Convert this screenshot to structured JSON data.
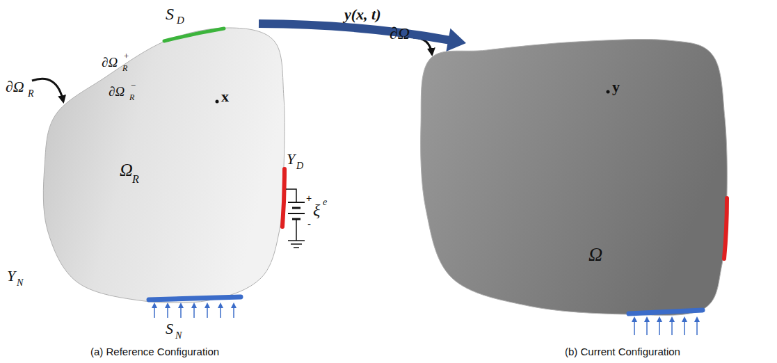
{
  "diagram": {
    "nodes": [
      {
        "text": [
          "Ω",
          "R"
        ]
      },
      {
        "text": [
          "Ω"
        ]
      }
    ],
    "edges": [
      {
        "from": 0,
        "to": 1,
        "arrow": "to",
        "label": "y(x, t)"
      }
    ],
    "labels": [
      "S",
      "D",
      "∂Ω",
      "R",
      "+",
      "∂Ω",
      "R",
      "−",
      "∂Ω",
      "R",
      "x",
      "Υ",
      "D",
      "+",
      "ξ",
      "e",
      "-",
      "Υ",
      "N",
      "S",
      "N",
      "(a) Reference Configuration",
      "∂Ω",
      "y",
      "(b) Current Configuration"
    ]
  }
}
